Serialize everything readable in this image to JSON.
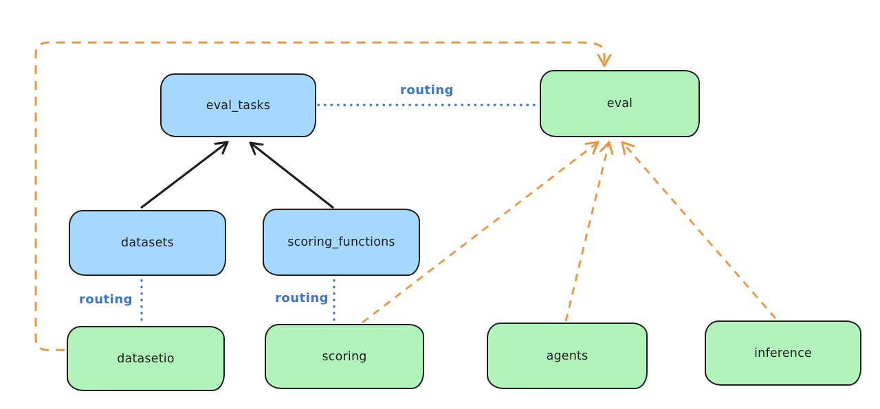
{
  "diagram_type": "architecture-flow",
  "nodes": {
    "eval_tasks": {
      "label": "eval_tasks",
      "kind": "resource",
      "fill": "#a5d8ff"
    },
    "eval": {
      "label": "eval",
      "kind": "api",
      "fill": "#b2f2bb"
    },
    "datasets": {
      "label": "datasets",
      "kind": "resource",
      "fill": "#a5d8ff"
    },
    "scoring_functions": {
      "label": "scoring_functions",
      "kind": "resource",
      "fill": "#a5d8ff"
    },
    "datasetio": {
      "label": "datasetio",
      "kind": "api",
      "fill": "#b2f2bb"
    },
    "scoring": {
      "label": "scoring",
      "kind": "api",
      "fill": "#b2f2bb"
    },
    "agents": {
      "label": "agents",
      "kind": "api",
      "fill": "#b2f2bb"
    },
    "inference": {
      "label": "inference",
      "kind": "api",
      "fill": "#b2f2bb"
    }
  },
  "edge_labels": {
    "eval_tasks_eval": "routing",
    "datasets_datasetio": "routing",
    "scoring_functions_scoring": "routing"
  },
  "edges": [
    {
      "from": "datasets",
      "to": "eval_tasks",
      "style": "solid",
      "color": "#1e1e1e",
      "arrowhead": true,
      "label": ""
    },
    {
      "from": "scoring_functions",
      "to": "eval_tasks",
      "style": "solid",
      "color": "#1e1e1e",
      "arrowhead": true,
      "label": ""
    },
    {
      "from": "eval_tasks",
      "to": "eval",
      "style": "dotted",
      "color": "#3b73c8",
      "arrowhead": false,
      "label": "routing"
    },
    {
      "from": "datasets",
      "to": "datasetio",
      "style": "dotted",
      "color": "#3b73c8",
      "arrowhead": false,
      "label": "routing"
    },
    {
      "from": "scoring_functions",
      "to": "scoring",
      "style": "dotted",
      "color": "#3b73c8",
      "arrowhead": false,
      "label": "routing"
    },
    {
      "from": "datasetio",
      "to": "eval",
      "style": "dashed",
      "color": "#e8963f",
      "arrowhead": true,
      "label": "",
      "route": "around-left-and-top"
    },
    {
      "from": "scoring",
      "to": "eval",
      "style": "dashed",
      "color": "#e8963f",
      "arrowhead": true,
      "label": ""
    },
    {
      "from": "agents",
      "to": "eval",
      "style": "dashed",
      "color": "#e8963f",
      "arrowhead": true,
      "label": ""
    },
    {
      "from": "inference",
      "to": "eval",
      "style": "dashed",
      "color": "#e8963f",
      "arrowhead": true,
      "label": ""
    }
  ],
  "colors": {
    "background": "#ffffff",
    "node_border": "#1e1e1e",
    "blue_node_fill": "#a5d8ff",
    "green_node_fill": "#b2f2bb",
    "routing_blue": "#3b73c8",
    "dependency_orange": "#e8963f",
    "solid_arrow_black": "#1e1e1e"
  }
}
